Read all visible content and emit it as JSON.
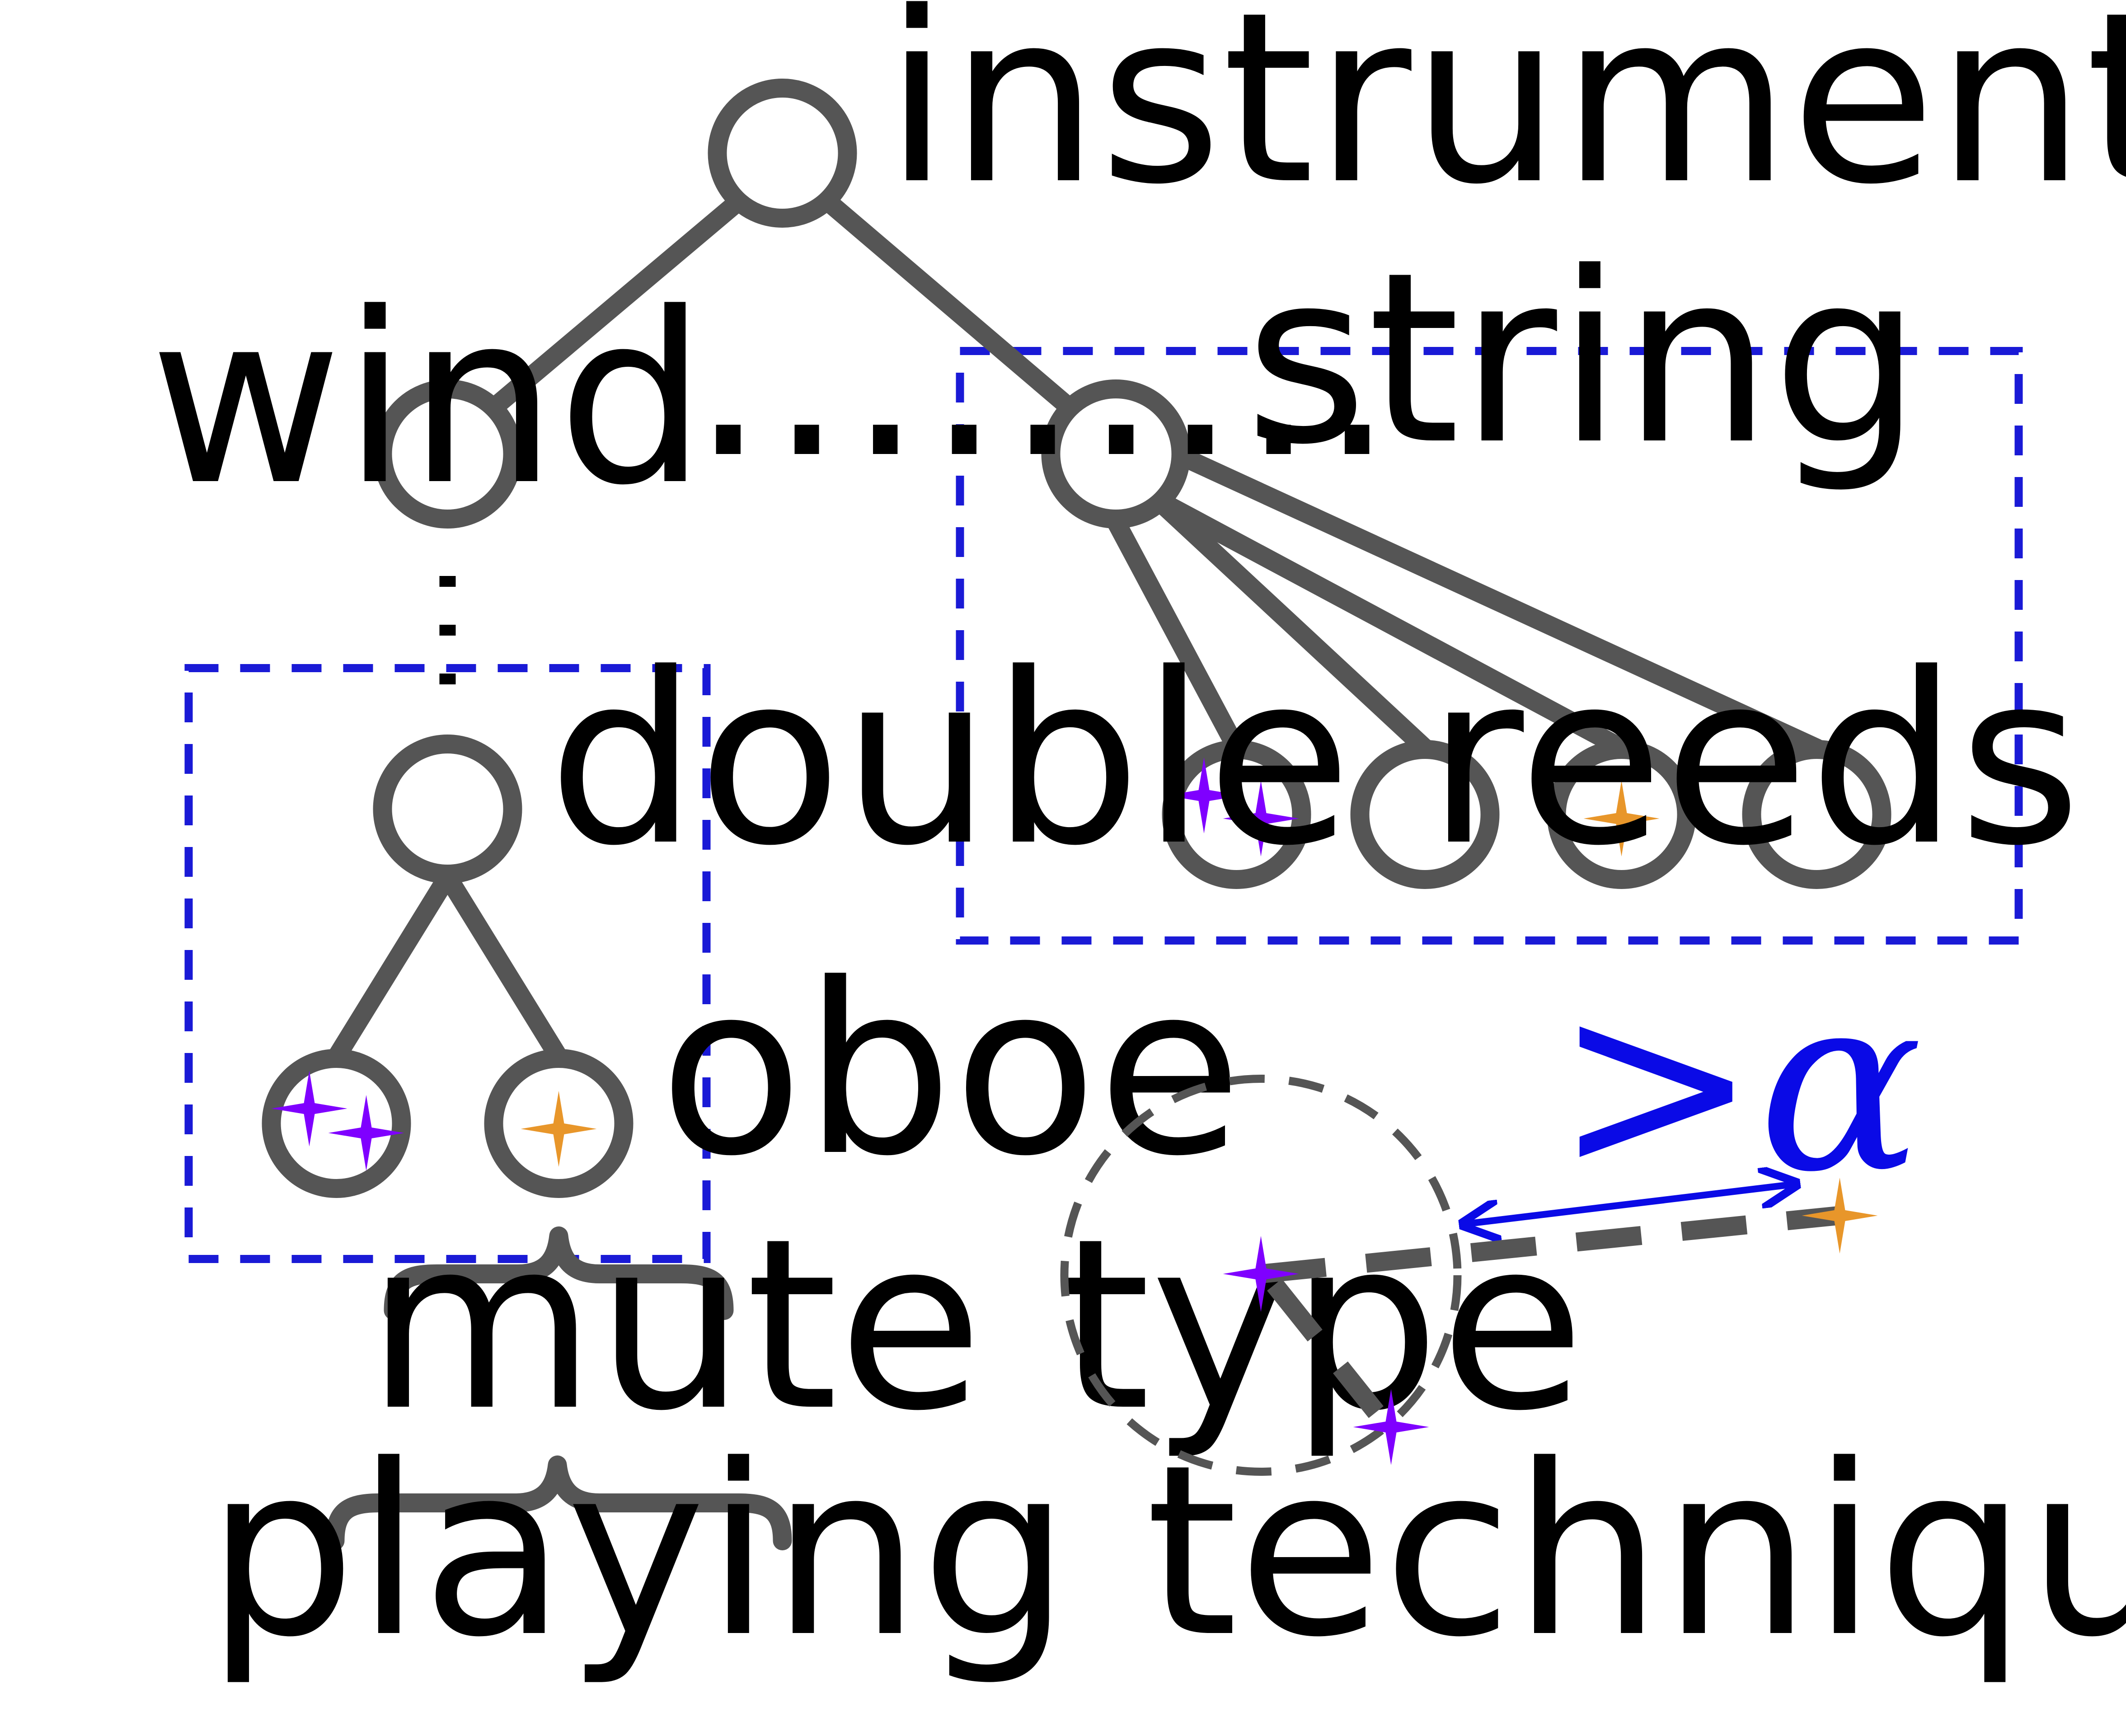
{
  "colors": {
    "node_stroke": "#555555",
    "box": "#1a1ad6",
    "purple_star": "#7f00ff",
    "orange_star": "#e8962a",
    "arrow": "#0a0ae6"
  },
  "labels": {
    "instrument": "instrument",
    "wind": "wind",
    "string": "string",
    "double_reeds": "double reeds",
    "oboe": "oboe",
    "mute_type": "mute type",
    "playing_techniques": "playing techniques",
    "ellipsis": "………",
    "threshold": ">α"
  },
  "icons": {
    "star": "four-point-star-icon"
  }
}
